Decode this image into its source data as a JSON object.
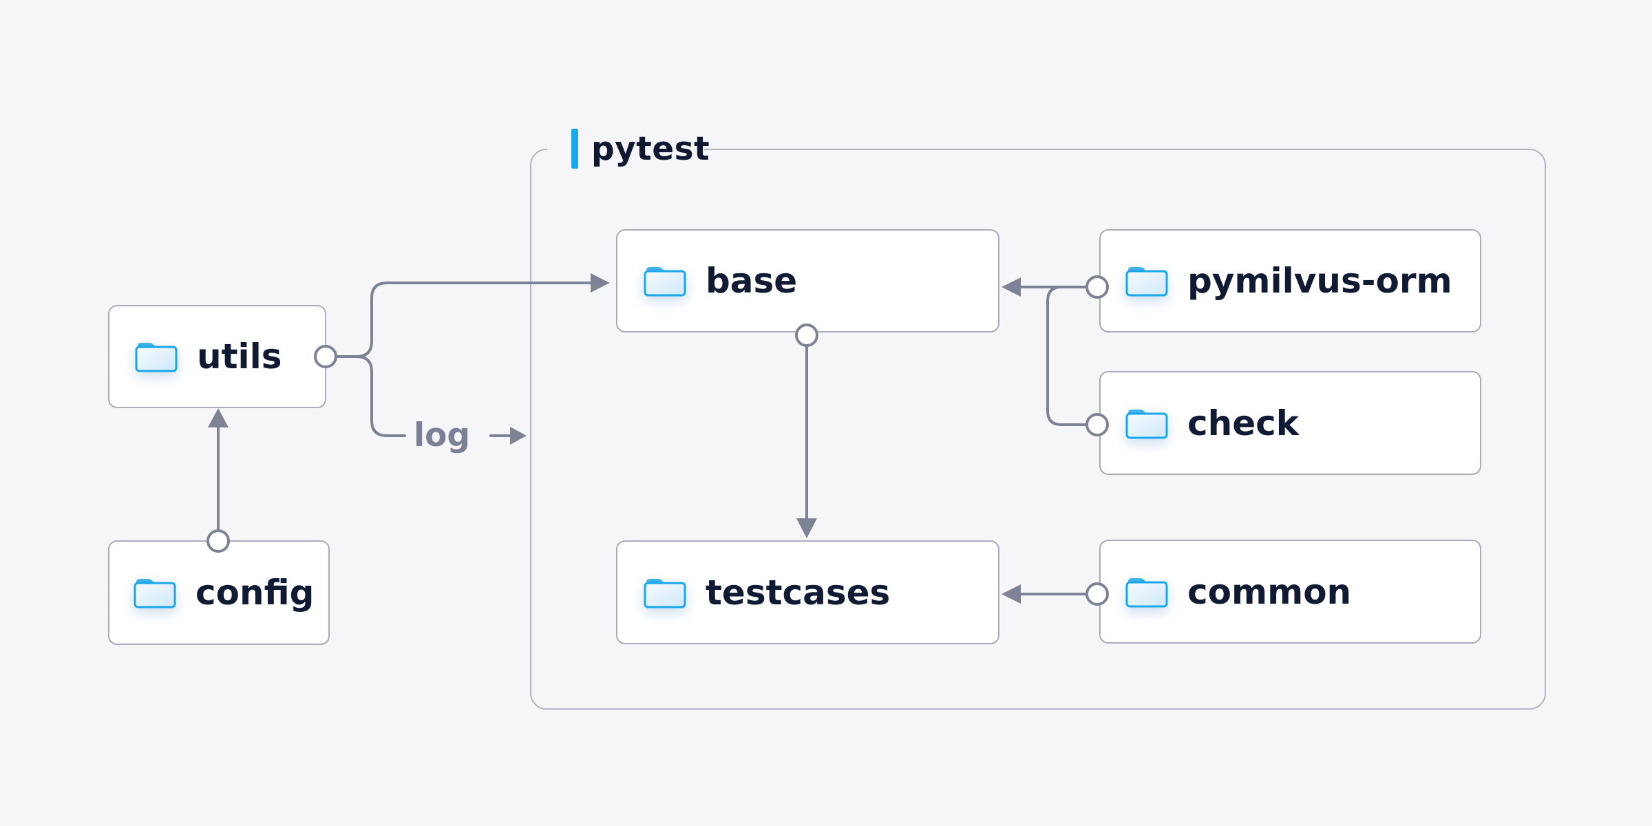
{
  "group": {
    "label": "pytest",
    "accent_color": "#16a9eb",
    "border_color": "#b3b5c3"
  },
  "nodes": [
    {
      "id": "utils",
      "label": "utils",
      "icon": "folder-icon",
      "inside_group": false
    },
    {
      "id": "config",
      "label": "config",
      "icon": "folder-icon",
      "inside_group": false
    },
    {
      "id": "base",
      "label": "base",
      "icon": "folder-icon",
      "inside_group": true
    },
    {
      "id": "testcases",
      "label": "testcases",
      "icon": "folder-icon",
      "inside_group": true
    },
    {
      "id": "pymilvus-orm",
      "label": "pymilvus-orm",
      "icon": "folder-icon",
      "inside_group": false
    },
    {
      "id": "check",
      "label": "check",
      "icon": "folder-icon",
      "inside_group": false
    },
    {
      "id": "common",
      "label": "common",
      "icon": "folder-icon",
      "inside_group": false
    }
  ],
  "edges": [
    {
      "from": "config",
      "to": "utils",
      "style": "arrow"
    },
    {
      "from": "utils",
      "to": "base",
      "style": "arrow"
    },
    {
      "from": "utils",
      "to": "log",
      "style": "label"
    },
    {
      "from": "base",
      "to": "testcases",
      "style": "arrow"
    },
    {
      "from": "pymilvus-orm",
      "to": "base",
      "style": "arrow"
    },
    {
      "from": "check",
      "to": "base",
      "style": "arrow"
    },
    {
      "from": "common",
      "to": "testcases",
      "style": "arrow"
    }
  ],
  "edge_label": {
    "text": "log"
  },
  "colors": {
    "background": "#f6f6f8",
    "node_bg": "#ffffff",
    "node_border": "#a9abb9",
    "node_text": "#101b33",
    "wire": "#7d8294",
    "accent_blue": "#16a9eb",
    "folder_border": "#19a7e9",
    "folder_tab": "#3eb0ea",
    "edge_label_text": "#7b8195"
  }
}
